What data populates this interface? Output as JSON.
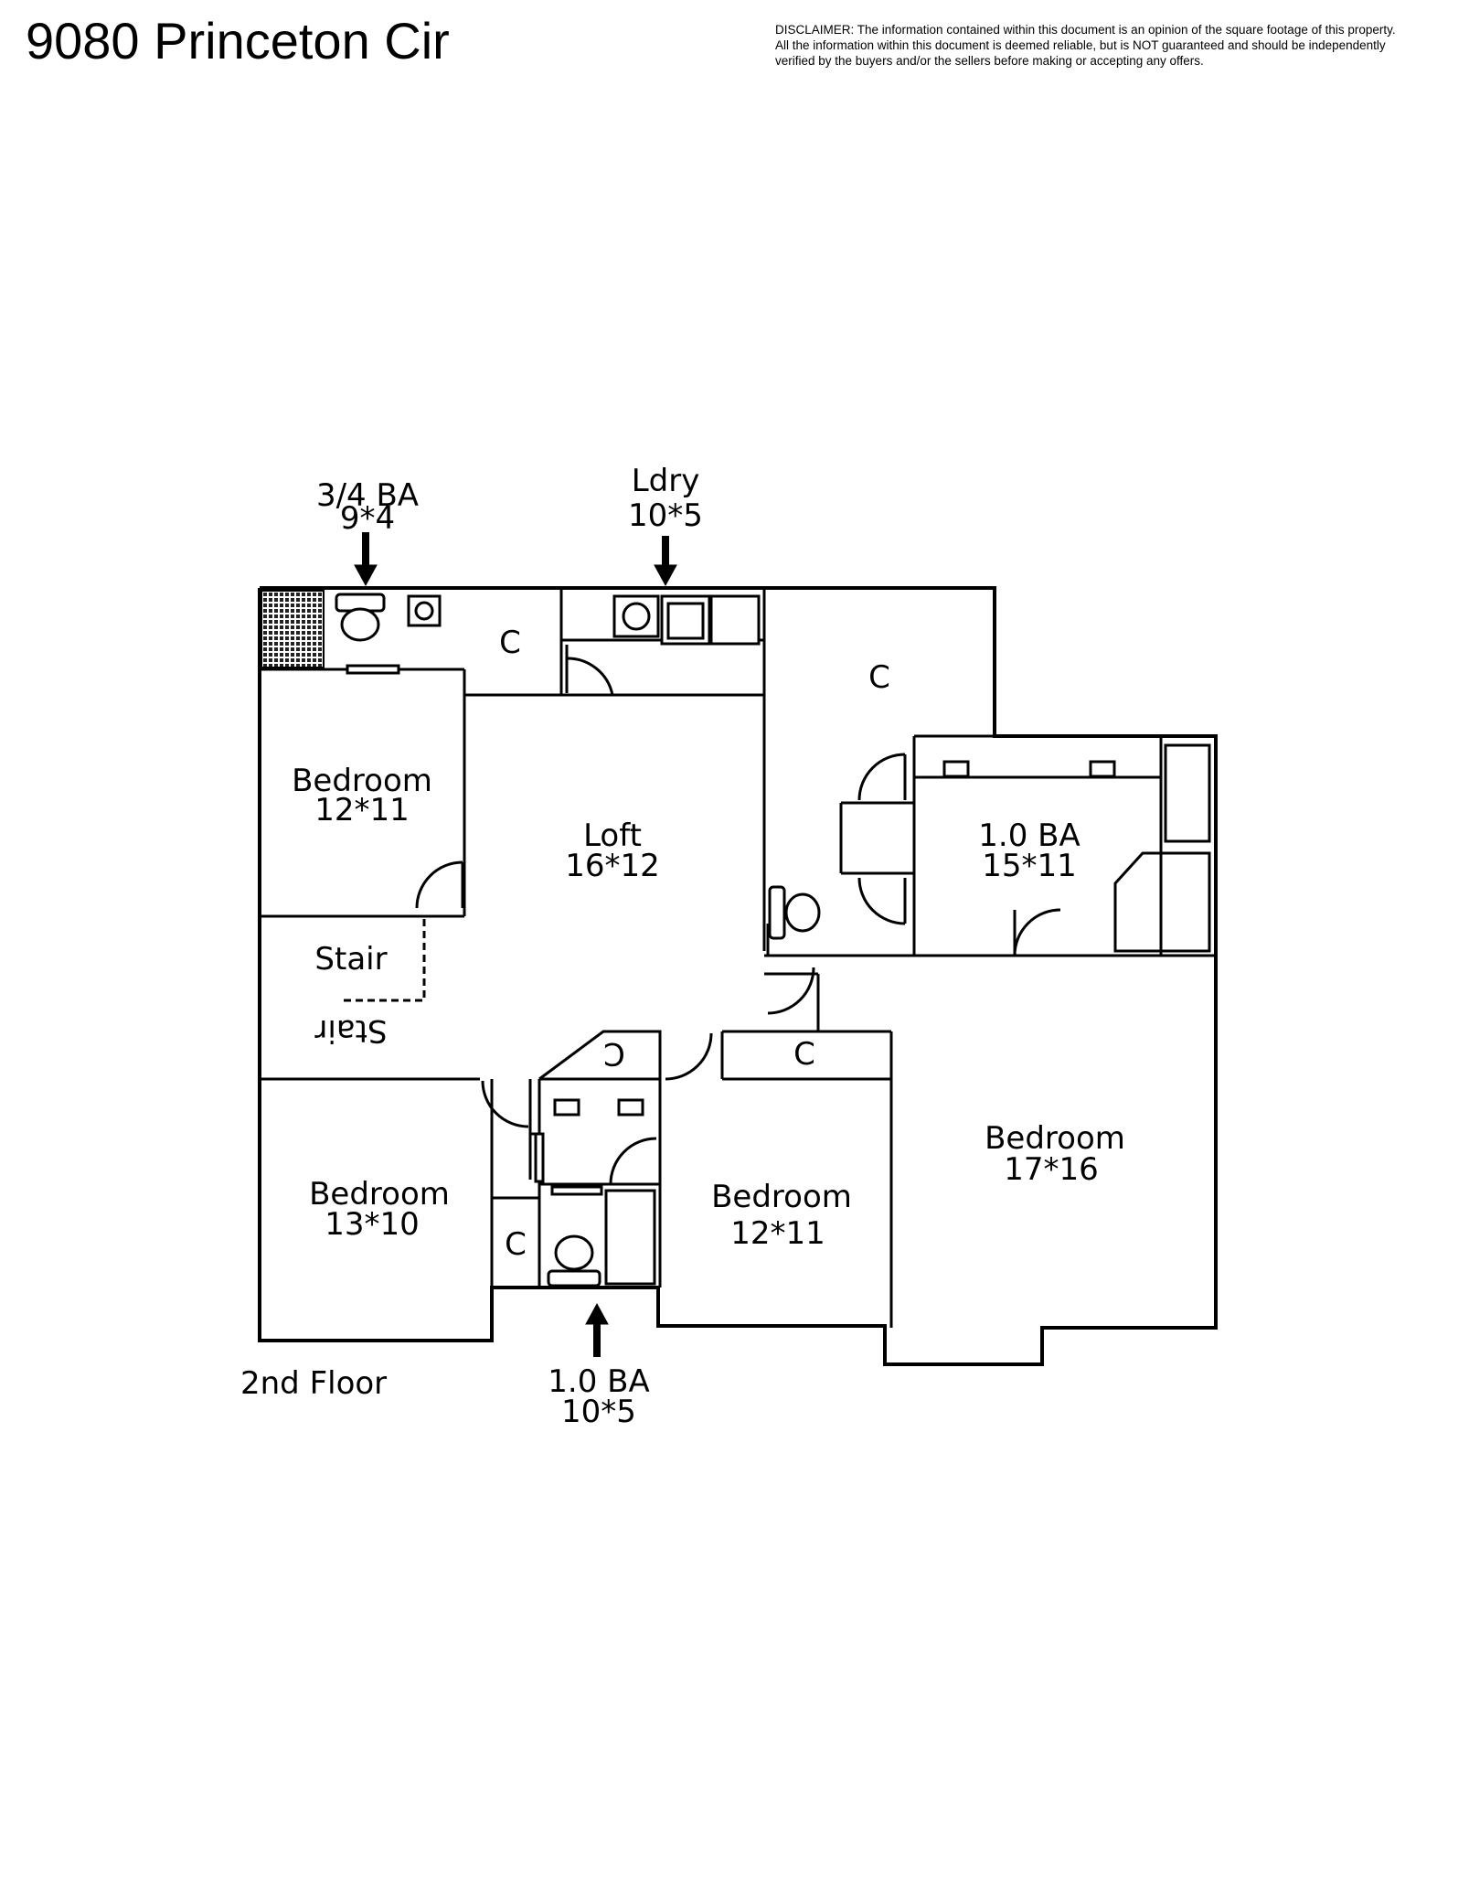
{
  "address": "9080 Princeton Cir",
  "disclaimer": {
    "line1": "DISCLAIMER: The information contained within this document is an opinion of the square footage of this property.",
    "line2": "All the information within this document is deemed reliable, but is NOT guaranteed and should be independently",
    "line3": "verified by the buyers and/or the sellers before making or accepting any offers."
  },
  "floor_label": "2nd Floor",
  "rooms": {
    "bath_34": {
      "name": "3/4 BA",
      "dims": "9*4"
    },
    "laundry": {
      "name": "Ldry",
      "dims": "10*5"
    },
    "bedroom_nw": {
      "name": "Bedroom",
      "dims": "12*11"
    },
    "loft": {
      "name": "Loft",
      "dims": "16*12"
    },
    "bath_east": {
      "name": "1.0 BA",
      "dims": "15*11"
    },
    "bedroom_sw": {
      "name": "Bedroom",
      "dims": "13*10"
    },
    "bedroom_s": {
      "name": "Bedroom",
      "dims": "12*11"
    },
    "bedroom_se": {
      "name": "Bedroom",
      "dims": "17*16"
    },
    "bath_south": {
      "name": "1.0 BA",
      "dims": "10*5"
    }
  },
  "closet_label": "C",
  "stair_label": "Stair"
}
